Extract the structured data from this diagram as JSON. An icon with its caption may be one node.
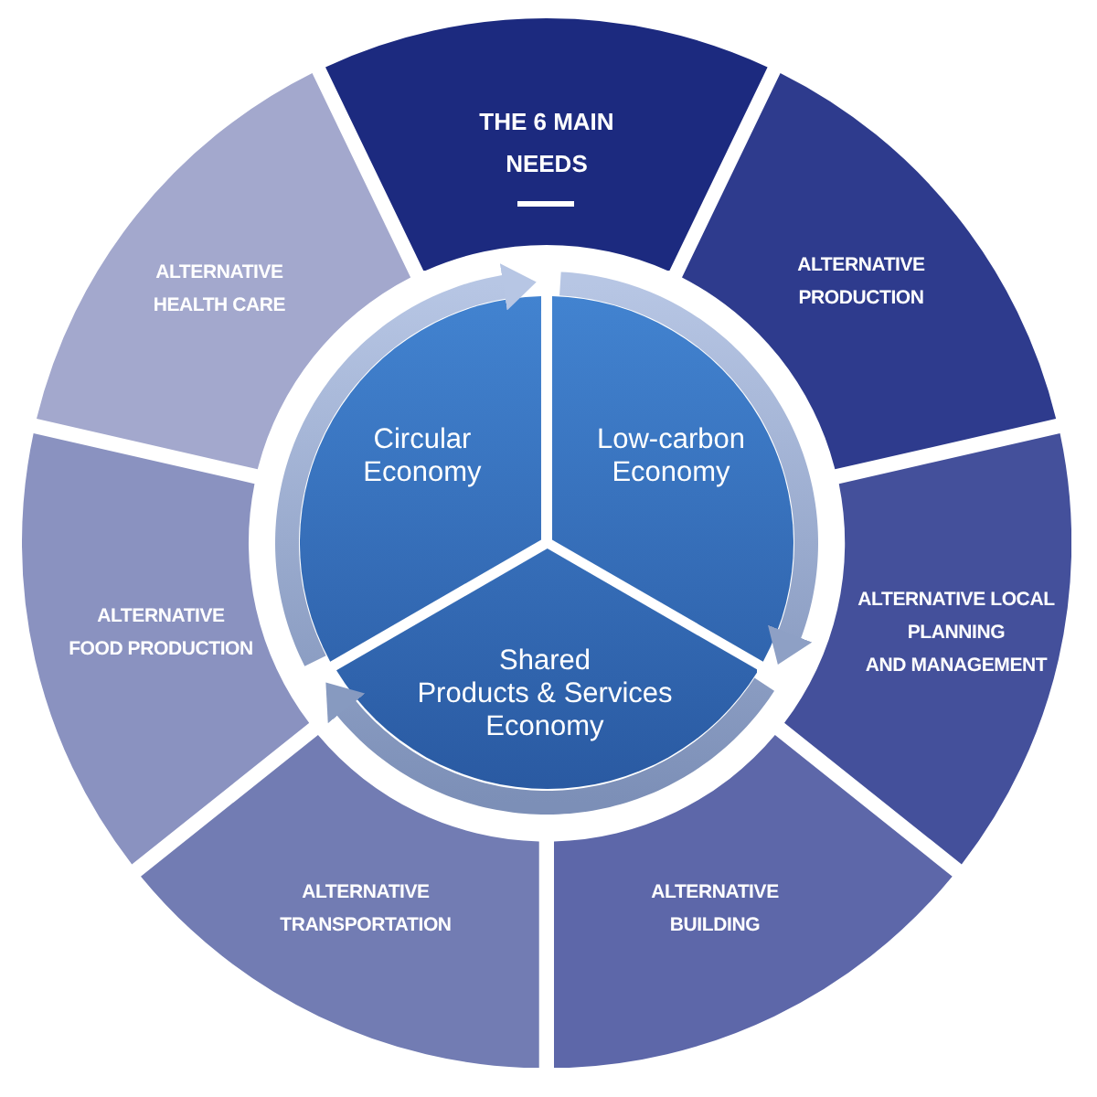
{
  "diagram": {
    "nodes": [
      {
        "text": [
          "THE 6 MAIN NEEDS"
        ]
      },
      {
        "text": [
          "ALTERNATIVE PRODUCTION"
        ]
      },
      {
        "text": [
          "ALTERNATIVE LOCAL PLANNING AND MANAGEMENT"
        ]
      },
      {
        "text": [
          "ALTERNATIVE BUILDING"
        ]
      },
      {
        "text": [
          "ALTERNATIVE TRANSPORTATION"
        ]
      },
      {
        "text": [
          "ALTERNATIVE FOOD PRODUCTION"
        ]
      },
      {
        "text": [
          "ALTERNATIVE HEALTH CARE"
        ]
      },
      {
        "text": [
          "Circular Economy"
        ]
      },
      {
        "text": [
          "Low-carbon Economy"
        ]
      },
      {
        "text": [
          "Shared Products & Services Economy"
        ]
      }
    ],
    "edges": [
      {
        "from": 7,
        "to": 8,
        "arrow": "to"
      },
      {
        "from": 8,
        "to": 9,
        "arrow": "to"
      },
      {
        "from": 9,
        "to": 7,
        "arrow": "to"
      }
    ]
  }
}
